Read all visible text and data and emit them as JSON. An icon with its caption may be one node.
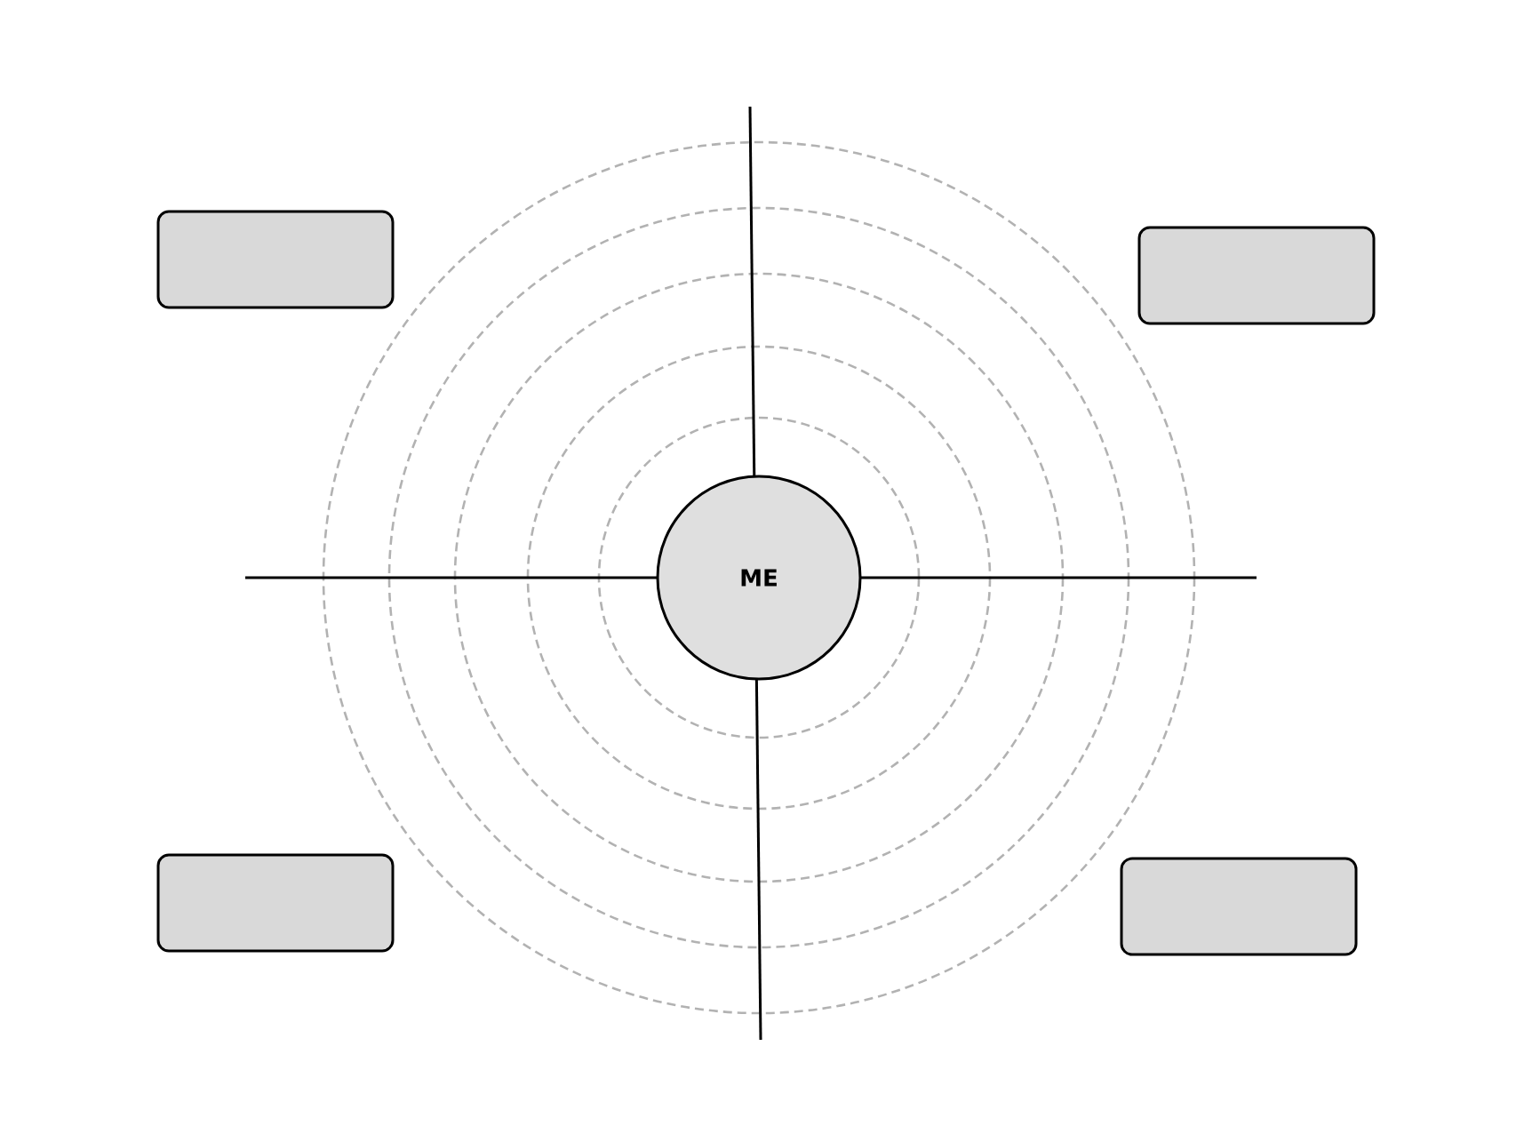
{
  "diagram": {
    "nodes": [
      {
        "text": [
          "ME"
        ]
      },
      {
        "text": [],
        "shape": "box"
      },
      {
        "text": [],
        "shape": "box"
      },
      {
        "text": [],
        "shape": "box"
      },
      {
        "text": [],
        "shape": "box"
      }
    ]
  }
}
